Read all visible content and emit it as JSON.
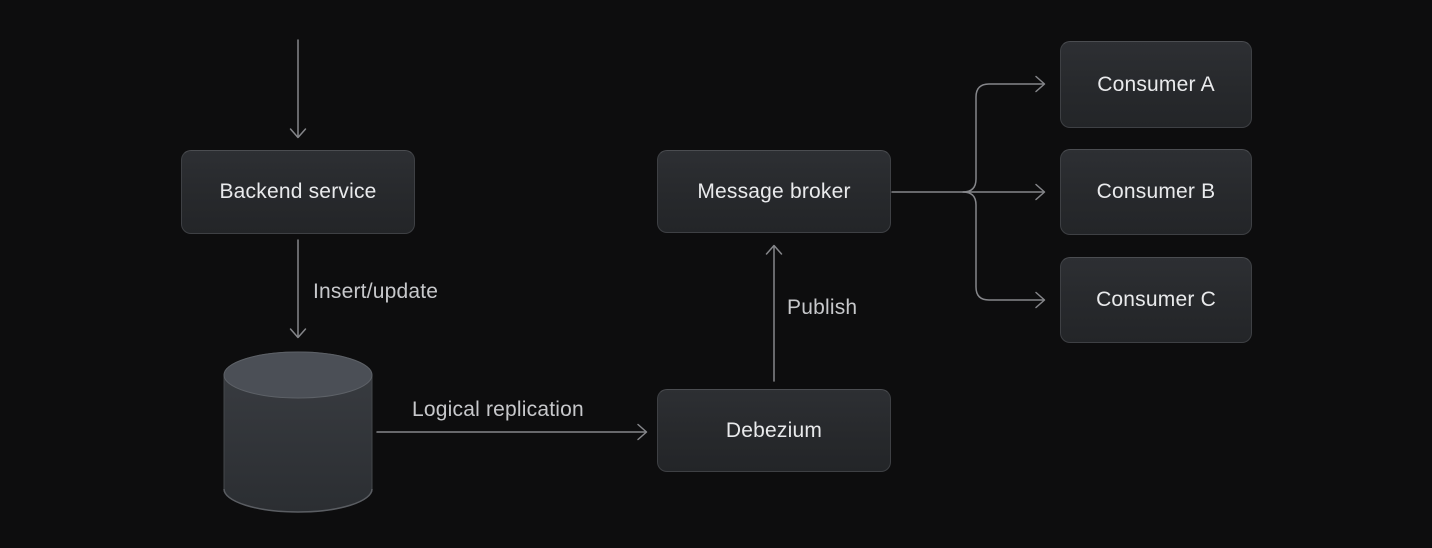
{
  "colors": {
    "background": "#0d0d0e",
    "node_fill_top": "#2d2f33",
    "node_fill_bottom": "#232528",
    "node_border": "#3e4044",
    "connector_line": "#85868a",
    "node_text": "#e9eaec",
    "edge_label_text": "#c7c8cb",
    "cylinder_top": "#4b4f56",
    "cylinder_body": "#33363b"
  },
  "nodes": [
    {
      "id": "backend-service",
      "label": "Backend service"
    },
    {
      "id": "database",
      "label": "",
      "icon": "database-cylinder-icon"
    },
    {
      "id": "debezium",
      "label": "Debezium"
    },
    {
      "id": "message-broker",
      "label": "Message broker"
    },
    {
      "id": "consumer-a",
      "label": "Consumer A"
    },
    {
      "id": "consumer-b",
      "label": "Consumer B"
    },
    {
      "id": "consumer-c",
      "label": "Consumer C"
    }
  ],
  "edges": [
    {
      "from": "start",
      "to": "backend-service",
      "label": ""
    },
    {
      "from": "backend-service",
      "to": "database",
      "label": "Insert/update"
    },
    {
      "from": "database",
      "to": "debezium",
      "label": "Logical replication"
    },
    {
      "from": "debezium",
      "to": "message-broker",
      "label": "Publish"
    },
    {
      "from": "message-broker",
      "to": "consumer-a",
      "label": ""
    },
    {
      "from": "message-broker",
      "to": "consumer-b",
      "label": ""
    },
    {
      "from": "message-broker",
      "to": "consumer-c",
      "label": ""
    }
  ]
}
